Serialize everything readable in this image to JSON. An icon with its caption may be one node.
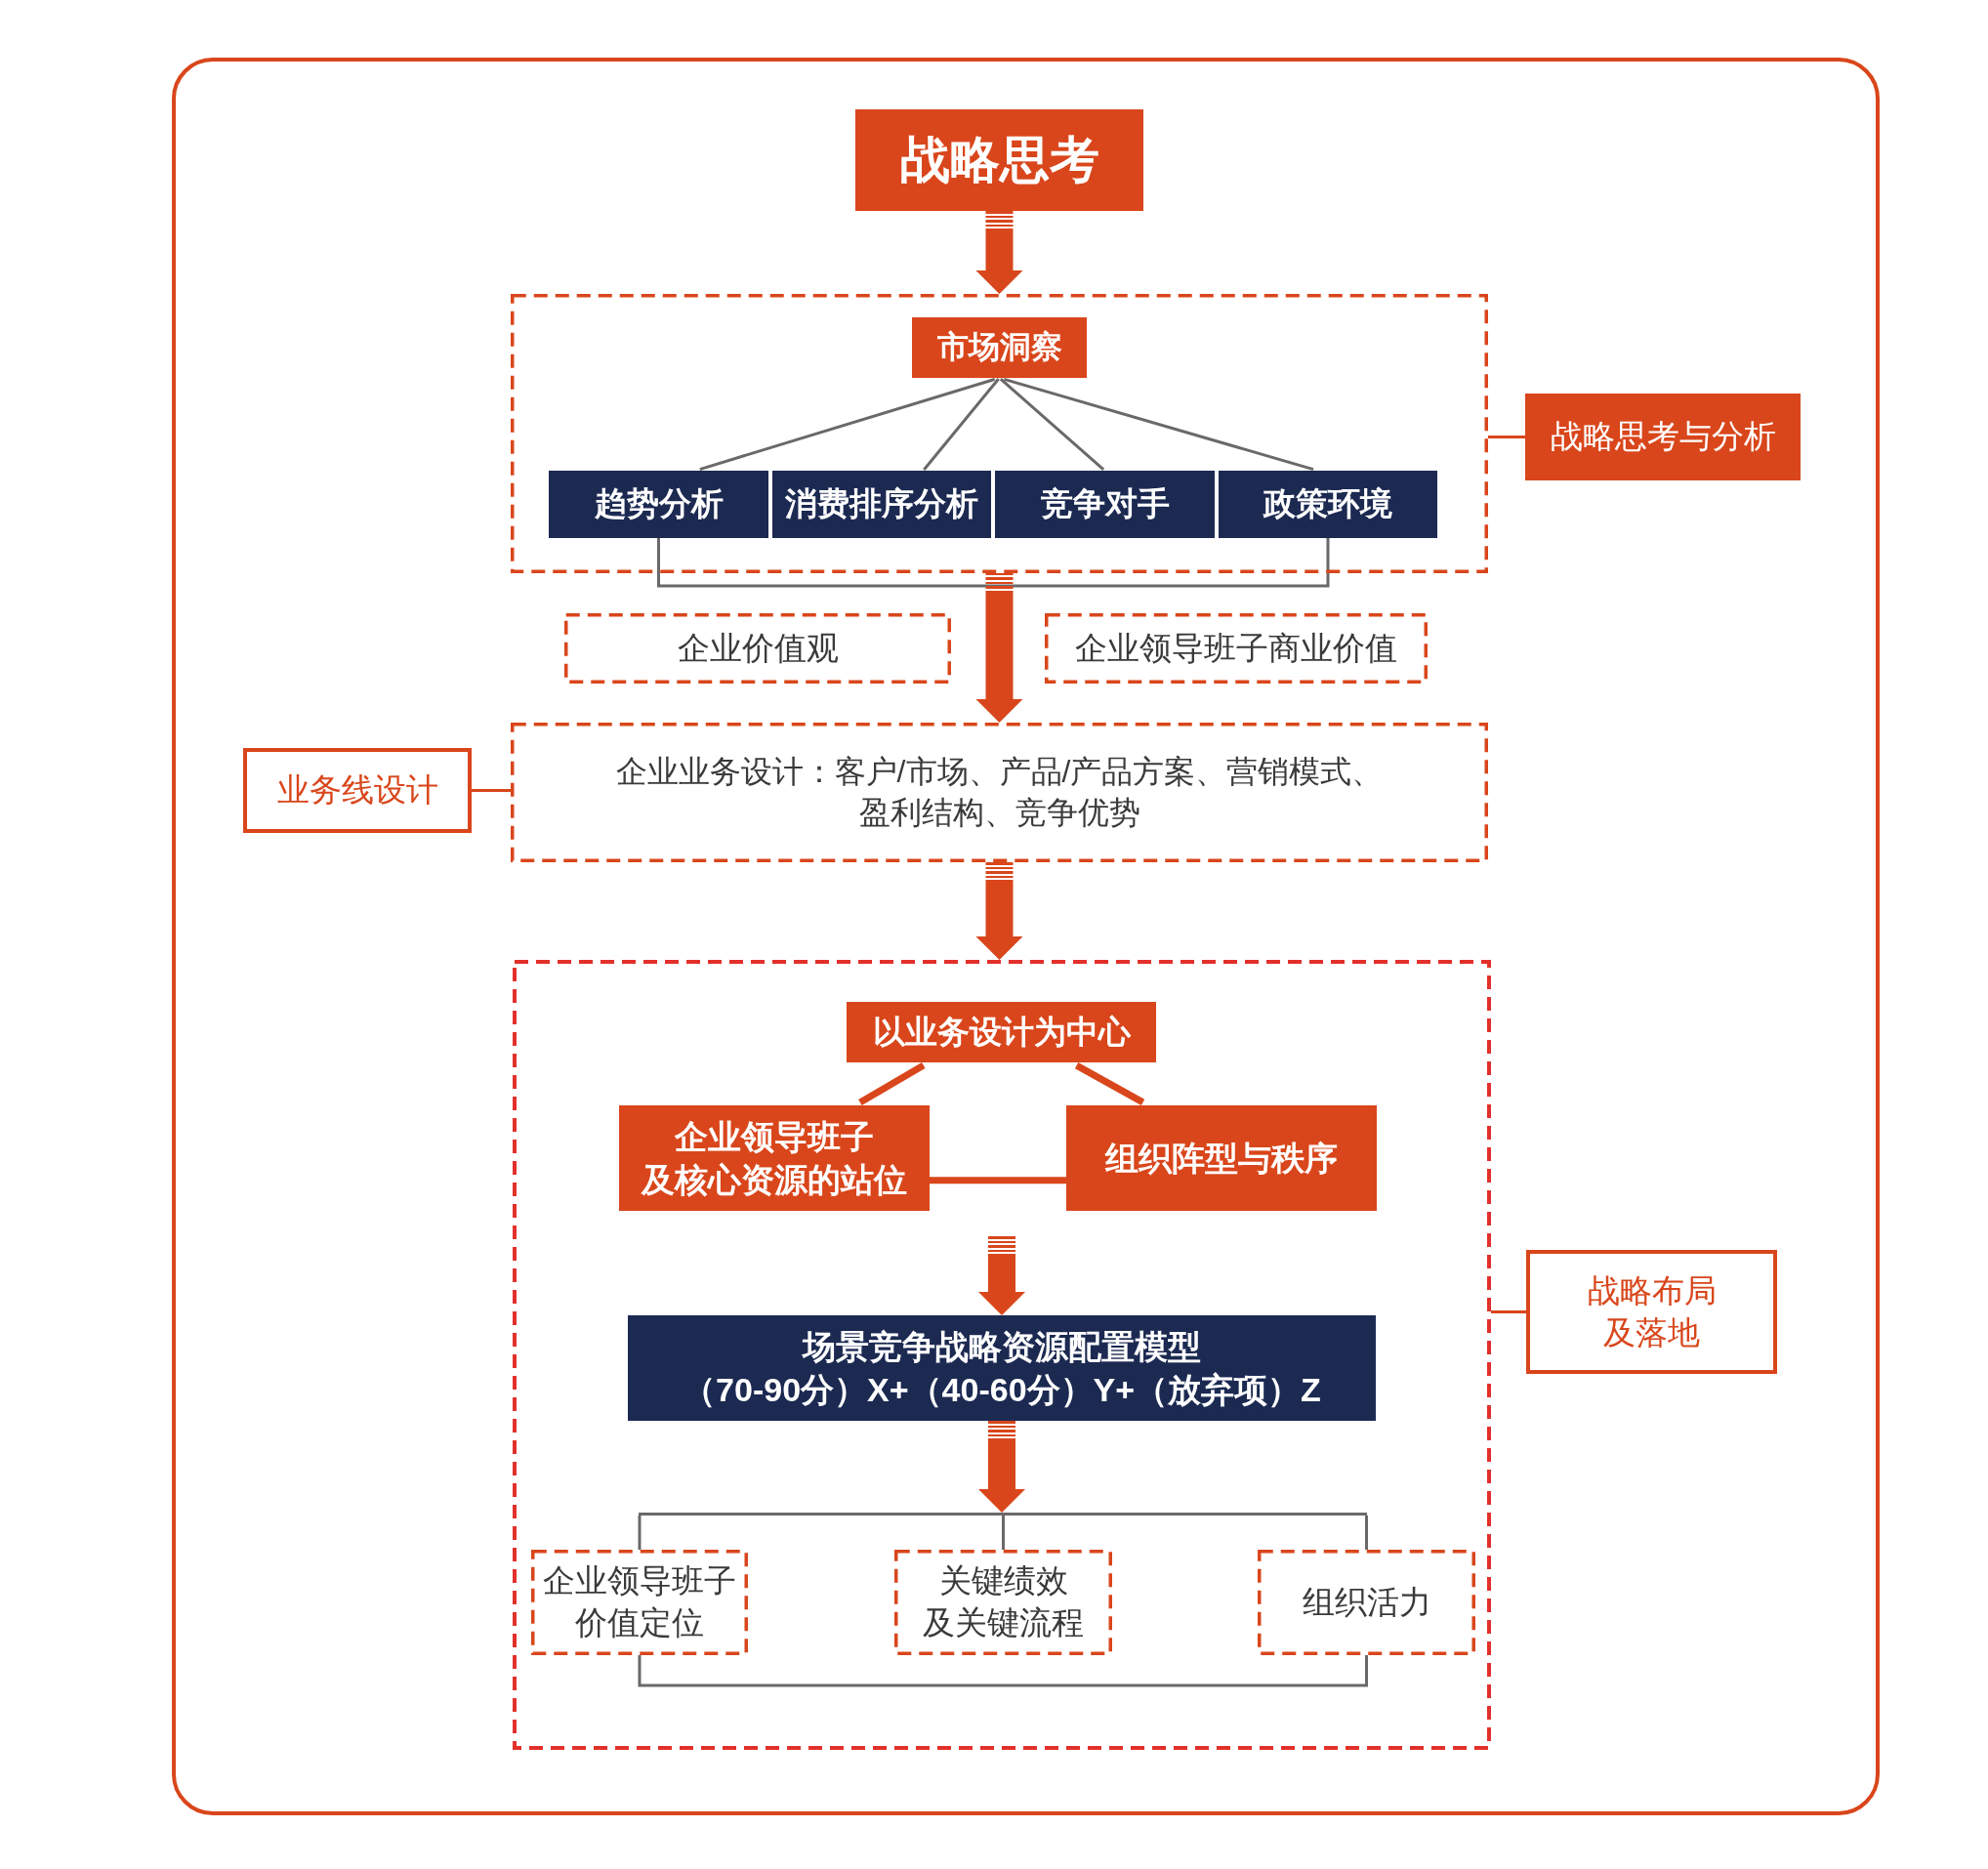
{
  "diagram": {
    "nodes": [
      {
        "text": [
          "战略思考"
        ]
      },
      {
        "text": [],
        "shape": "box"
      },
      {
        "text": [
          "市场洞察"
        ],
        "in": 1
      },
      {
        "text": [
          "趋势分析"
        ],
        "in": 1
      },
      {
        "text": [
          "消费排序分析"
        ],
        "in": 1
      },
      {
        "text": [
          "竞争对手"
        ],
        "in": 1
      },
      {
        "text": [
          "政策环境"
        ],
        "in": 1
      },
      {
        "text": [
          "战略思考与分析"
        ]
      },
      {
        "text": [
          "企业价值观"
        ]
      },
      {
        "text": [
          "企业领导班子商业价值"
        ]
      },
      {
        "text": [
          "业务线设计"
        ]
      },
      {
        "text": [
          "企业业务设计：客户/市场、产品/产品方案、营销模式、盈利结构、竞争优势"
        ]
      },
      {
        "text": [],
        "shape": "box"
      },
      {
        "text": [
          "以业务设计为中心"
        ],
        "in": 12
      },
      {
        "text": [
          "企业领导班子及核心资源的站位"
        ],
        "in": 12
      },
      {
        "text": [
          "组织阵型与秩序"
        ],
        "in": 12
      },
      {
        "text": [
          "场景竞争战略资源配置模型",
          "（70-90分）X+（40-60分）Y+（放弃项）Z"
        ],
        "in": 12
      },
      {
        "text": [],
        "shape": "bar",
        "in": 12
      },
      {
        "text": [
          "企业领导班子价值定位"
        ],
        "in": 12
      },
      {
        "text": [
          "关键绩效及关键流程"
        ],
        "in": 12
      },
      {
        "text": [
          "组织活力"
        ],
        "in": 12
      },
      {
        "text": [
          "战略布局及落地"
        ]
      }
    ],
    "edges": [
      {
        "from": 0,
        "to": 1,
        "arrow": "to",
        "style": "thick",
        "color": "#d9461b"
      },
      {
        "from": 2,
        "to": 3,
        "arrow": "none"
      },
      {
        "from": 2,
        "to": 4,
        "arrow": "none"
      },
      {
        "from": 2,
        "to": 5,
        "arrow": "none"
      },
      {
        "from": 2,
        "to": 6,
        "arrow": "none"
      },
      {
        "from": 3,
        "to": 6,
        "arrow": "none"
      },
      {
        "from": 7,
        "to": 1,
        "arrow": "none",
        "color": "#d9461b"
      },
      {
        "from": 1,
        "to": 11,
        "arrow": "to",
        "style": "thick",
        "color": "#d9461b"
      },
      {
        "from": 10,
        "to": 11,
        "arrow": "none",
        "color": "#d9461b"
      },
      {
        "from": 11,
        "to": 12,
        "arrow": "to",
        "style": "thick",
        "color": "#d9461b"
      },
      {
        "from": 21,
        "to": 12,
        "arrow": "none",
        "color": "#d9461b"
      },
      {
        "from": 13,
        "to": 14,
        "arrow": "none",
        "style": "thick",
        "color": "#d9461b"
      },
      {
        "from": 13,
        "to": 15,
        "arrow": "none",
        "style": "thick",
        "color": "#d9461b"
      },
      {
        "from": 14,
        "to": 15,
        "arrow": "none",
        "style": "thick",
        "color": "#d9461b"
      },
      {
        "from": null,
        "to": 16,
        "arrow": "to",
        "style": "thick",
        "color": "#d9461b"
      },
      {
        "from": 16,
        "to": 17,
        "arrow": "to",
        "style": "thick",
        "color": "#d9461b"
      },
      {
        "from": 17,
        "to": 18,
        "arrow": "none"
      },
      {
        "from": 17,
        "to": 19,
        "arrow": "none"
      },
      {
        "from": 17,
        "to": 20,
        "arrow": "none"
      },
      {
        "from": 18,
        "to": 20,
        "arrow": "none"
      }
    ]
  }
}
